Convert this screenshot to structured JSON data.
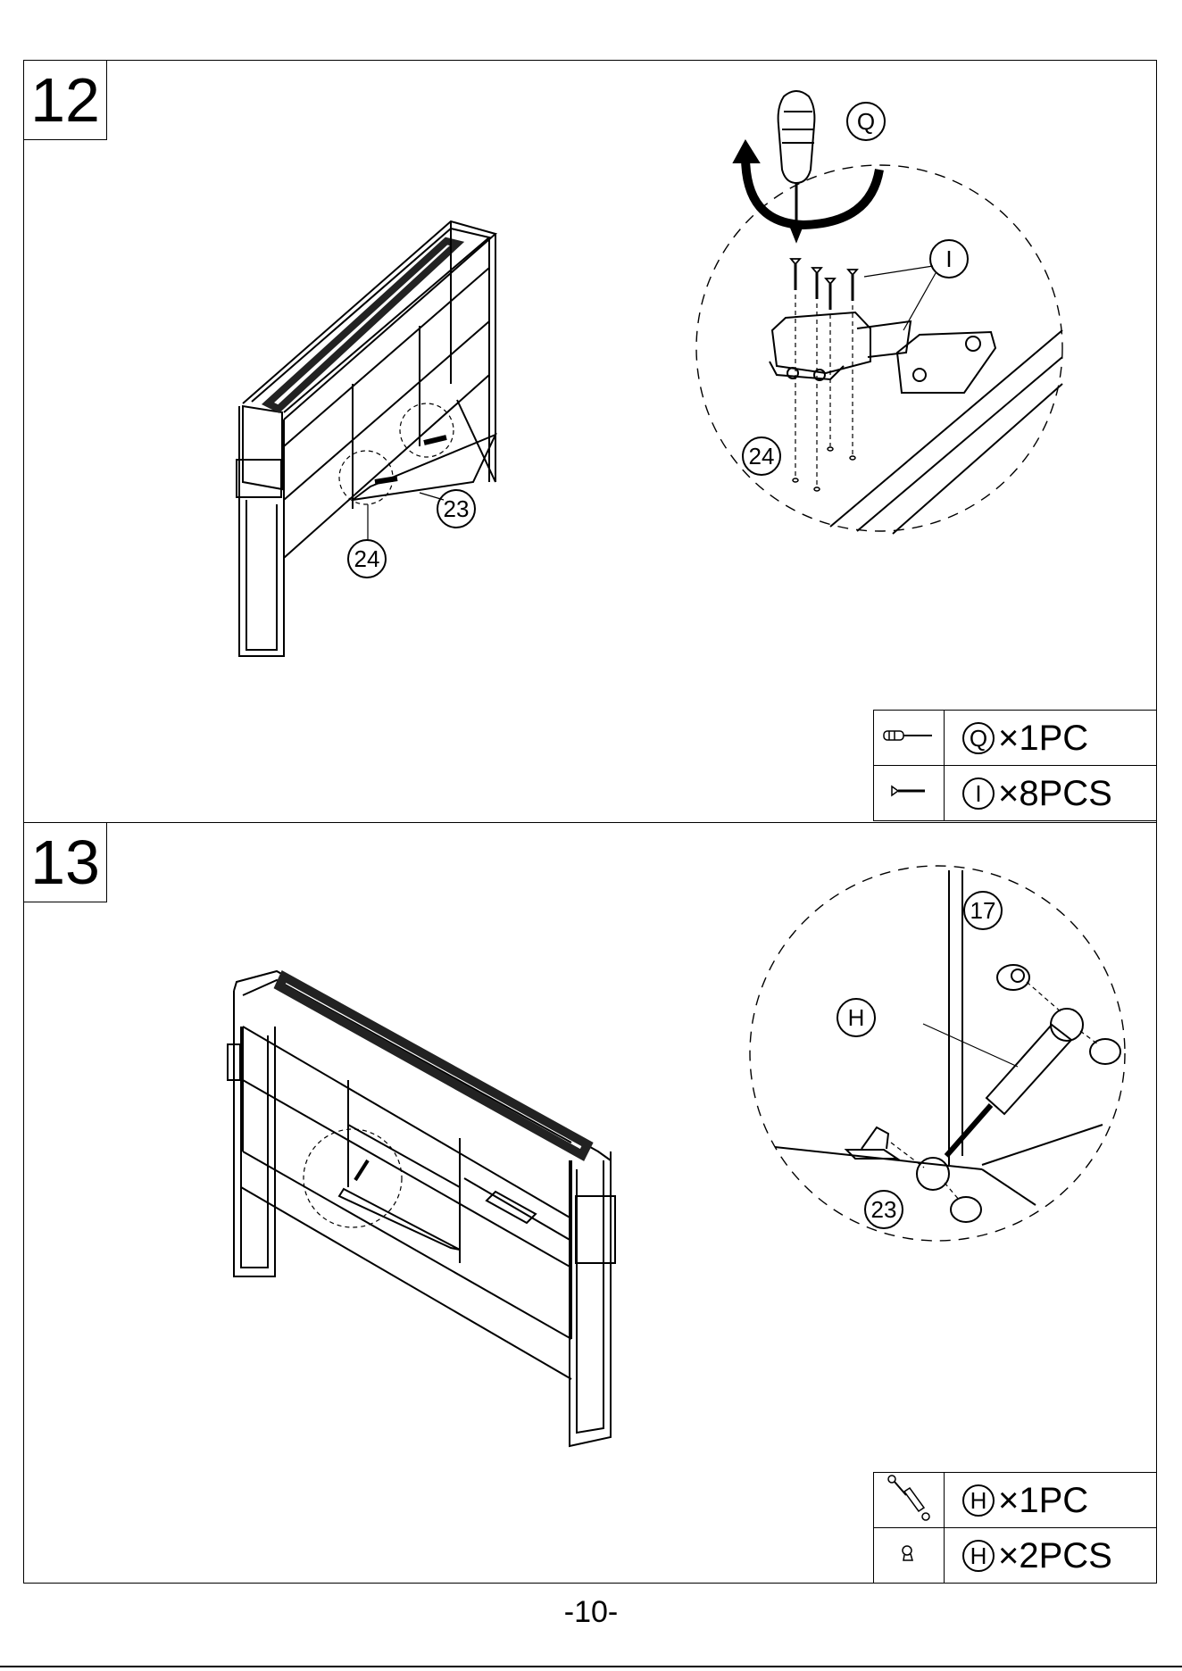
{
  "steps": [
    {
      "number": "12",
      "callouts": {
        "q": "Q",
        "i": "I",
        "c24a": "24",
        "c24b": "24",
        "c23": "23"
      },
      "parts": [
        {
          "letter": "Q",
          "qty": "×1PC",
          "icon": "screwdriver-icon"
        },
        {
          "letter": "I",
          "qty": "×8PCS",
          "icon": "screw-icon"
        }
      ]
    },
    {
      "number": "13",
      "callouts": {
        "c17": "17",
        "h": "H",
        "c23": "23"
      },
      "parts": [
        {
          "letter": "H",
          "qty": "×1PC",
          "icon": "gas-strut-icon"
        },
        {
          "letter": "H",
          "qty": "×2PCS",
          "icon": "ball-stud-icon"
        }
      ]
    }
  ],
  "page_number": "-10-"
}
